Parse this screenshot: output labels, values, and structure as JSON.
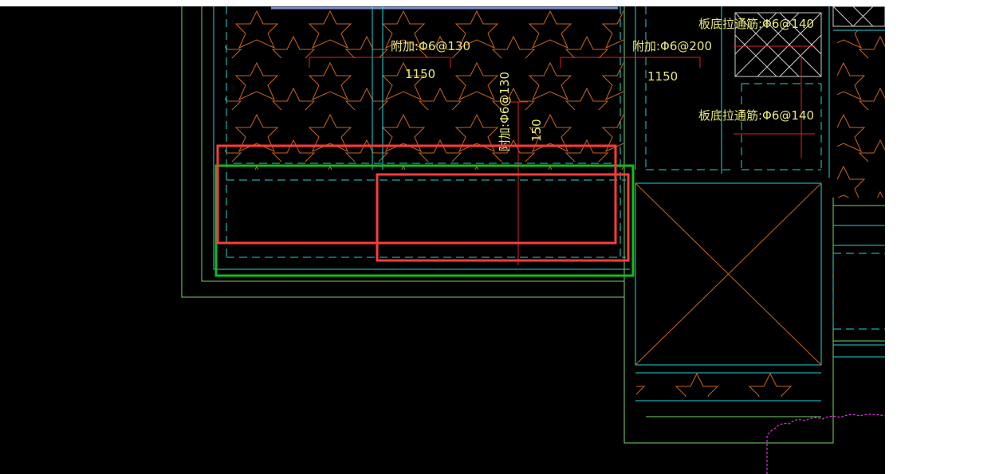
{
  "viewport": {
    "background": "#000000",
    "page_background": "#ffffff"
  },
  "annotations": {
    "rebar_add_1": "附加:Φ6@130",
    "rebar_add_2": "附加:Φ6@200",
    "rebar_add_vertical": "附加:Φ6@130",
    "through_rebar_top": "板底拉通筋:Φ6@140",
    "through_rebar_mid": "板底拉通筋:Φ6@140",
    "dim_1": "1150",
    "dim_2": "1150",
    "dim_vertical": "150"
  },
  "colors": {
    "wall_cyan": "#1fd3d8",
    "outline_green": "#7ccf6a",
    "hatch_orange": "#c8641e",
    "rebar_red": "#e0202a",
    "text_yellow": "#e8e87a",
    "highlight_red": "#ff3b3b",
    "highlight_green": "#17b81e",
    "revision_magenta": "#e030e0",
    "lintel_blue": "#7a90c8"
  },
  "icons": {
    "hatch": "star-hatch-pattern",
    "void": "cross-void-symbol",
    "revision": "revision-cloud"
  }
}
